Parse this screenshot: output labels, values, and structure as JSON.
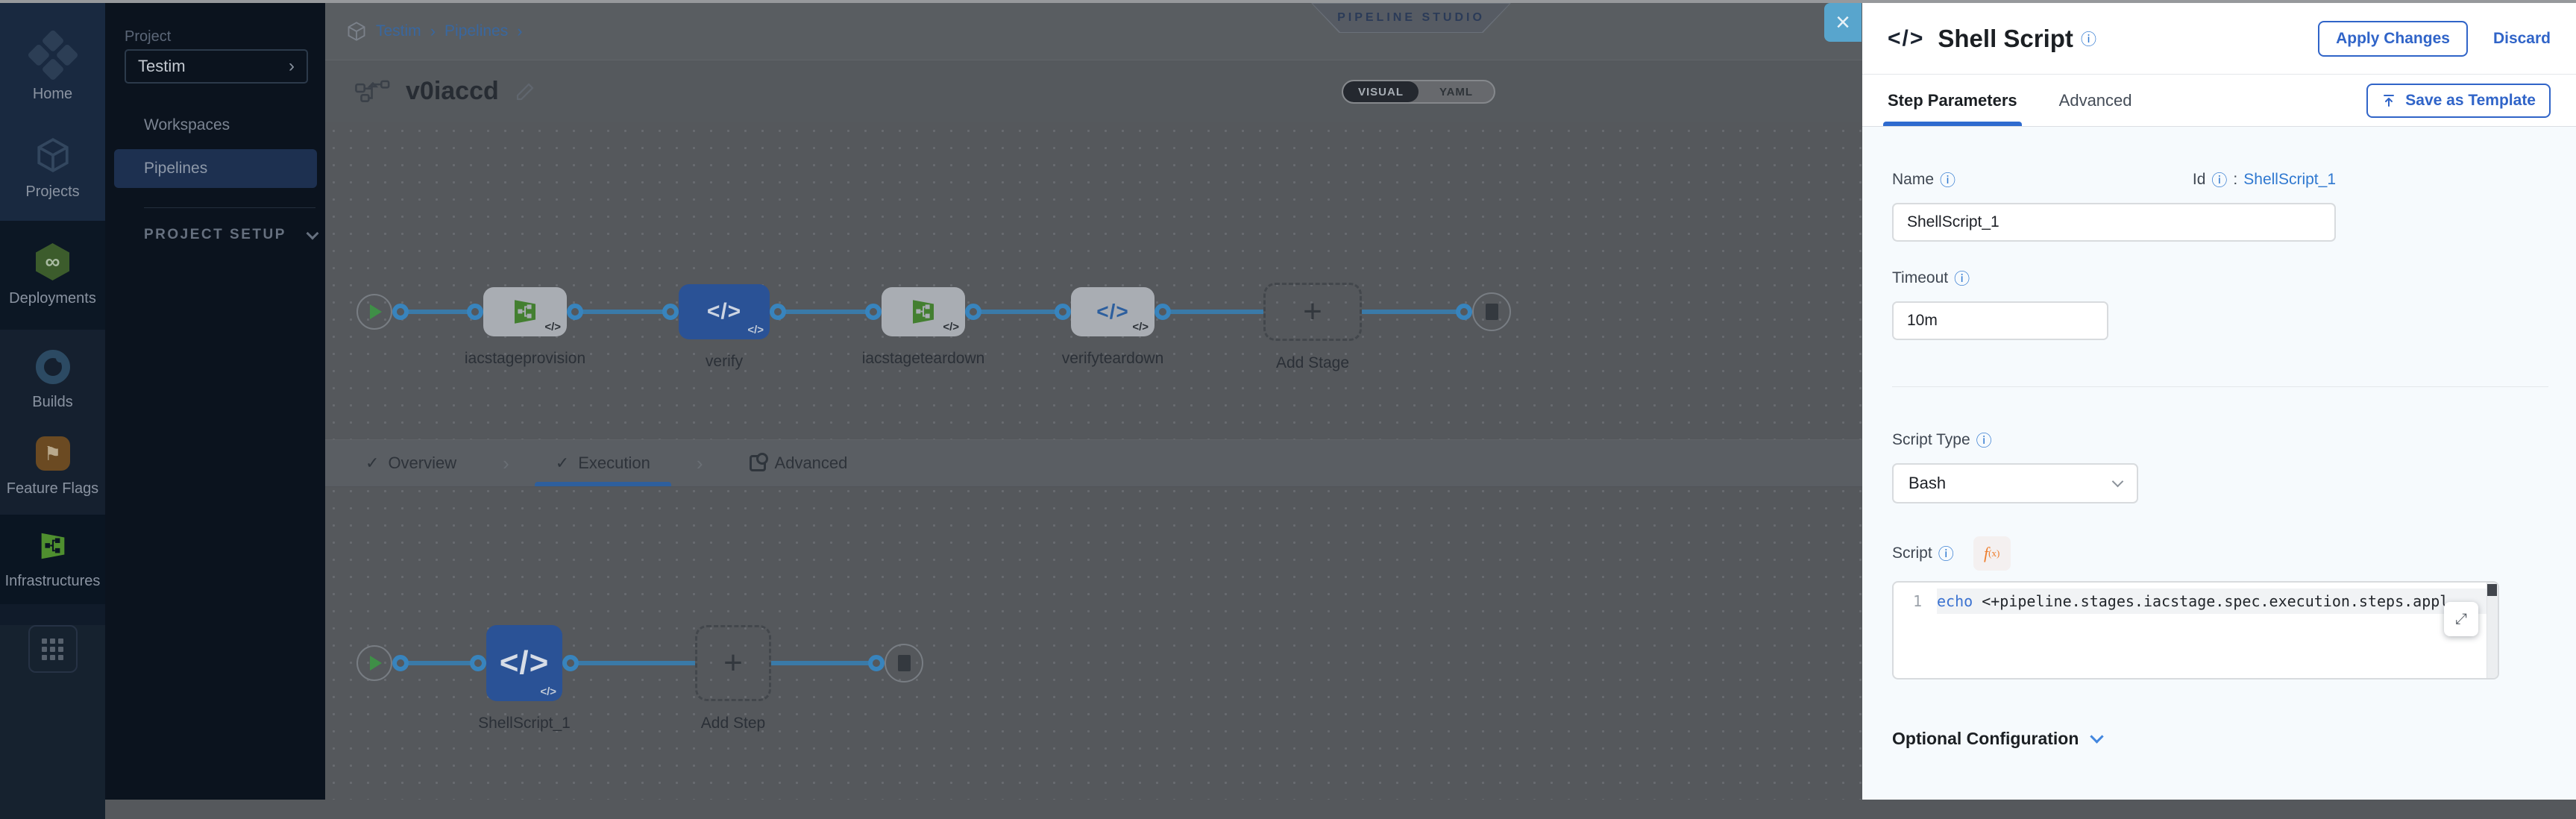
{
  "colors": {
    "accent_blue": "#0278d5",
    "button_blue": "#3064c8",
    "node_selected": "#2a5296",
    "connector": "#3a7aa8",
    "infra_green": "#4f8f2f"
  },
  "rail": {
    "items": [
      {
        "label": "Home",
        "icon": "harness-logo"
      },
      {
        "label": "Projects",
        "icon": "cube"
      },
      {
        "label": "Deployments",
        "icon": "cd-hexagon"
      },
      {
        "label": "Builds",
        "icon": "ci-circle"
      },
      {
        "label": "Feature Flags",
        "icon": "flag"
      },
      {
        "label": "Infrastructures",
        "icon": "infra-tree"
      }
    ],
    "infinity_glyph": "∞",
    "flag_glyph": "⚑"
  },
  "sidebar": {
    "project_label": "Project",
    "project_name": "Testim",
    "project_chevron": "›",
    "items": {
      "workspaces": "Workspaces",
      "pipelines": "Pipelines"
    },
    "section_label": "PROJECT SETUP"
  },
  "header": {
    "breadcrumb": {
      "item1": "Testim",
      "sep1": "›",
      "item2": "Pipelines",
      "sep2": "›"
    },
    "studio_badge": "PIPELINE STUDIO",
    "pipeline_name": "v0iaccd",
    "toggle": {
      "visual": "VISUAL",
      "yaml": "YAML"
    },
    "close_glyph": "×"
  },
  "stage_graph": {
    "nodes": [
      {
        "label": "iacstageprovision"
      },
      {
        "label": "verify"
      },
      {
        "label": "iacstageteardown"
      },
      {
        "label": "verifyteardown"
      },
      {
        "label": "Add Stage"
      }
    ],
    "code_badge": "</>",
    "script_glyph": "</>",
    "plus_glyph": "+"
  },
  "exec_tabs": {
    "overview": "Overview",
    "execution": "Execution",
    "advanced": "Advanced",
    "check_glyph": "✓",
    "sep_glyph": "›"
  },
  "step_graph": {
    "nodes": [
      {
        "label": "ShellScript_1"
      },
      {
        "label": "Add Step"
      }
    ],
    "script_glyph": "</>",
    "code_badge": "</>",
    "plus_glyph": "+"
  },
  "drawer": {
    "step_icon": "</>",
    "title": "Shell Script",
    "info_glyph": "ⓘ",
    "apply_label": "Apply Changes",
    "discard_label": "Discard",
    "tabs": {
      "step_parameters": "Step Parameters",
      "advanced": "Advanced"
    },
    "save_template_label": "Save as Template",
    "form": {
      "name_label": "Name",
      "name_value": "ShellScript_1",
      "id_label": "Id",
      "id_colon": ":",
      "id_value": "ShellScript_1",
      "timeout_label": "Timeout",
      "timeout_value": "10m",
      "script_type_label": "Script Type",
      "script_type_value": "Bash",
      "script_label": "Script",
      "fx_glyph": "f",
      "fx_sub": "(x)",
      "code_line_number": "1",
      "code_keyword": "echo",
      "code_rest": " <+pipeline.stages.iacstage.spec.execution.steps.appl",
      "expand_glyph": "⤢",
      "optional_title": "Optional Configuration"
    }
  }
}
